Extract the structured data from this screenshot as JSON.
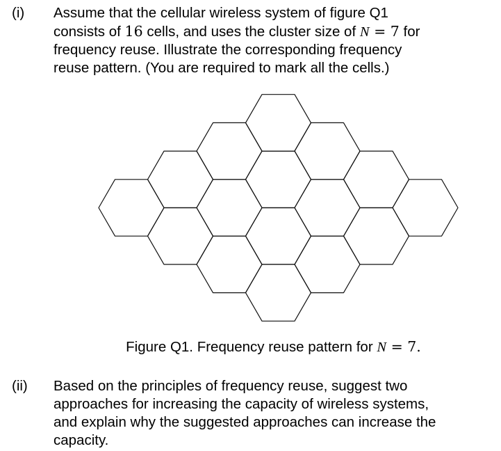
{
  "part_i": {
    "label": "(i)",
    "line1": "Assume that the cellular wireless system of figure Q1",
    "line2_pre": "consists of ",
    "line2_num": "16",
    "line2_mid": " cells, and uses the cluster size of ",
    "line2_var": "N",
    "line2_eq": " = 7",
    "line2_post": " for",
    "line3": "frequency reuse. Illustrate the corresponding frequency",
    "line4": "reuse pattern. (You are required to mark all the cells.)"
  },
  "figure": {
    "cell_count": 16,
    "caption_pre": "Figure Q1. Frequency reuse pattern for ",
    "caption_var": "N",
    "caption_eq": " = 7."
  },
  "part_ii": {
    "label": "(ii)",
    "line1": "Based on the principles of frequency reuse, suggest two",
    "line2": "approaches for increasing the capacity of wireless systems,",
    "line3": "and explain why the suggested approaches can increase the",
    "line4": "capacity."
  }
}
